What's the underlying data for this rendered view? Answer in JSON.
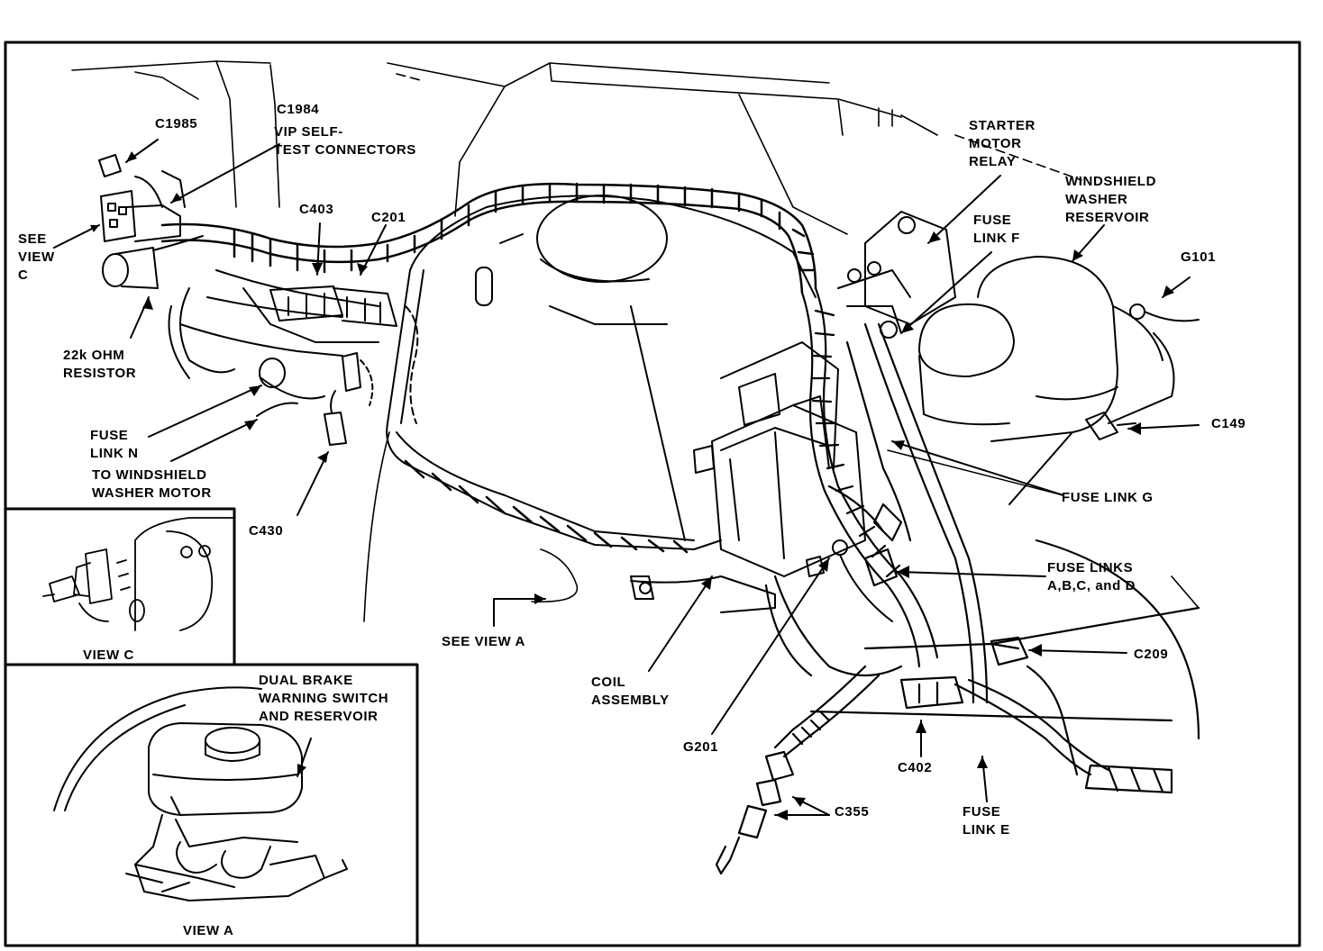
{
  "labels": {
    "c1985": "C1985",
    "c1984": "C1984",
    "vip_self_test": "VIP SELF-\nTEST CONNECTORS",
    "see_view_c": "SEE\nVIEW\nC",
    "c403": "C403",
    "c201": "C201",
    "resistor_22k": "22k OHM\nRESISTOR",
    "fuse_link_n": "FUSE\nLINK N",
    "to_washer_motor": "TO WINDSHIELD\nWASHER MOTOR",
    "c430": "C430",
    "starter_motor_relay": "STARTER\nMOTOR\nRELAY",
    "fuse_link_f": "FUSE\nLINK F",
    "washer_reservoir": "WINDSHIELD\nWASHER\nRESERVOIR",
    "g101": "G101",
    "c149": "C149",
    "fuse_link_g": "FUSE LINK G",
    "fuse_links_abcd": "FUSE LINKS\nA,B,C, and D",
    "c209": "C209",
    "see_view_a": "SEE VIEW A",
    "coil_assembly": "COIL\nASSEMBLY",
    "g201": "G201",
    "c402": "C402",
    "c355": "C355",
    "fuse_link_e": "FUSE\nLINK E",
    "view_c": "VIEW C",
    "dual_brake": "DUAL BRAKE\nWARNING SWITCH\nAND RESERVOIR",
    "view_a": "VIEW A"
  },
  "colors": {
    "ink": "#000000",
    "paper": "#ffffff"
  }
}
